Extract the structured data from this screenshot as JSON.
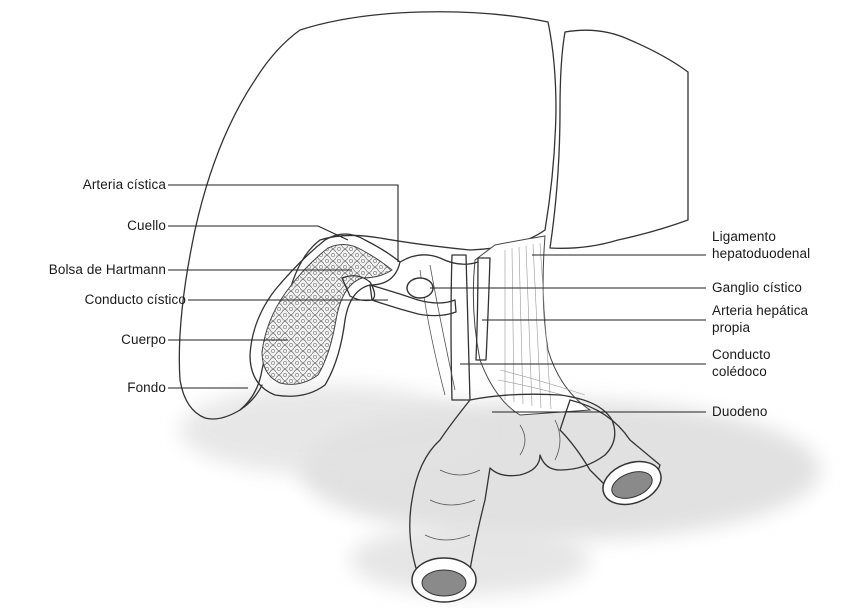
{
  "labels": {
    "left": {
      "arteria_cistica": "Arteria cística",
      "cuello": "Cuello",
      "bolsa_hartmann": "Bolsa de Hartmann",
      "conducto_cistico": "Conducto cístico",
      "cuerpo": "Cuerpo",
      "fondo": "Fondo"
    },
    "right": {
      "ligamento_line1": "Ligamento",
      "ligamento_line2": "hepatoduodenal",
      "ganglio_cistico": "Ganglio cístico",
      "arteria_hepatica_line1": "Arteria hepática",
      "arteria_hepatica_line2": "propia",
      "conducto_coledoco_line1": "Conducto",
      "conducto_coledoco_line2": "colédoco",
      "duodeno": "Duodeno"
    }
  },
  "colors": {
    "ink": "#333333",
    "shadow": "#d9d9d9",
    "lumen": "#8a8a8a",
    "background": "#ffffff"
  }
}
